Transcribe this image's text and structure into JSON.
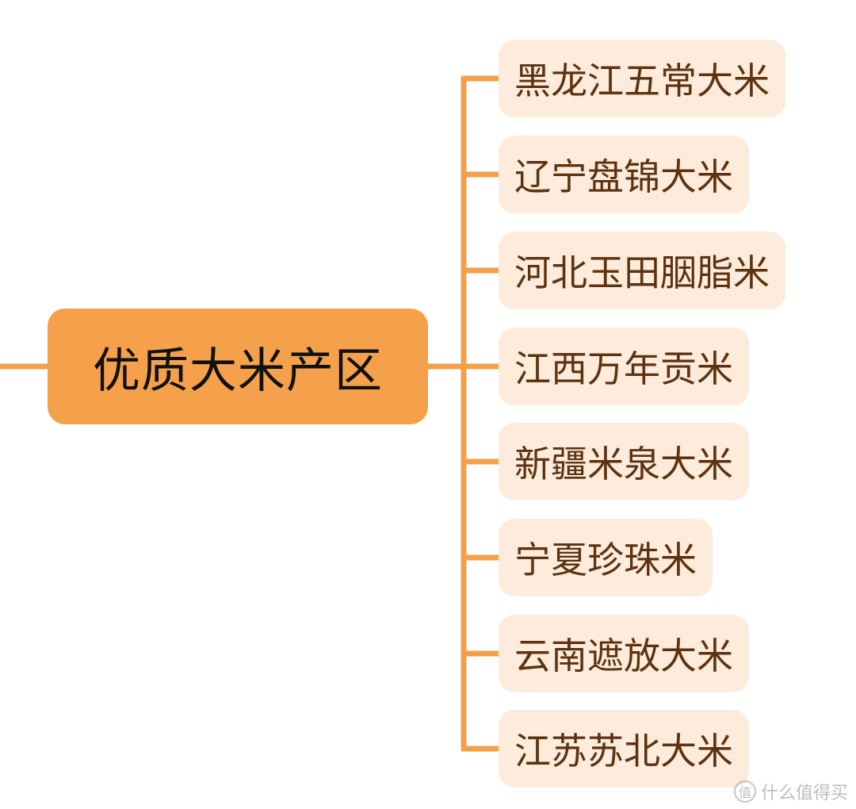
{
  "colors": {
    "line": "#f2a04a",
    "root_fill": "#f5a14c",
    "child_fill": "#fdebdb",
    "child_text": "#5c3210"
  },
  "root": {
    "label": "优质大米产区"
  },
  "children": [
    {
      "label": "黑龙江五常大米"
    },
    {
      "label": "辽宁盘锦大米"
    },
    {
      "label": "河北玉田胭脂米"
    },
    {
      "label": "江西万年贡米"
    },
    {
      "label": "新疆米泉大米"
    },
    {
      "label": "宁夏珍珠米"
    },
    {
      "label": "云南遮放大米"
    },
    {
      "label": "江苏苏北大米"
    }
  ],
  "watermark": {
    "icon": "值",
    "text": "什么值得买"
  }
}
